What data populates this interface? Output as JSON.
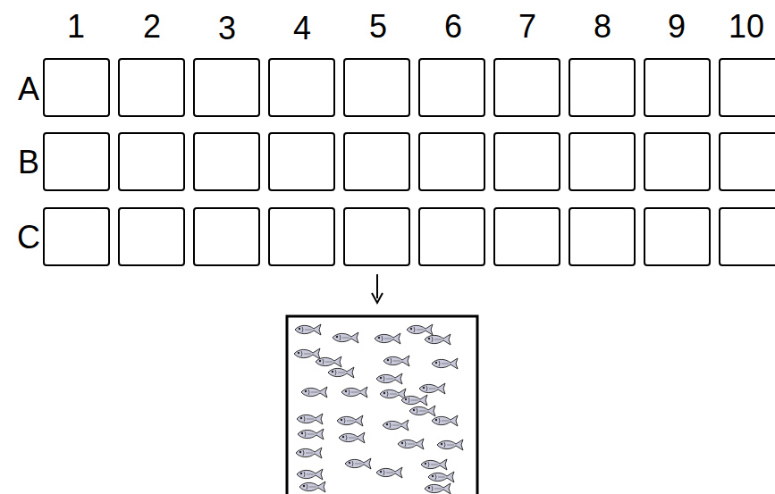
{
  "diagram": {
    "labels": [
      "1",
      "2",
      "3",
      "4",
      "5",
      "6",
      "7",
      "8",
      "9",
      "10",
      "A",
      "B",
      "C"
    ]
  }
}
